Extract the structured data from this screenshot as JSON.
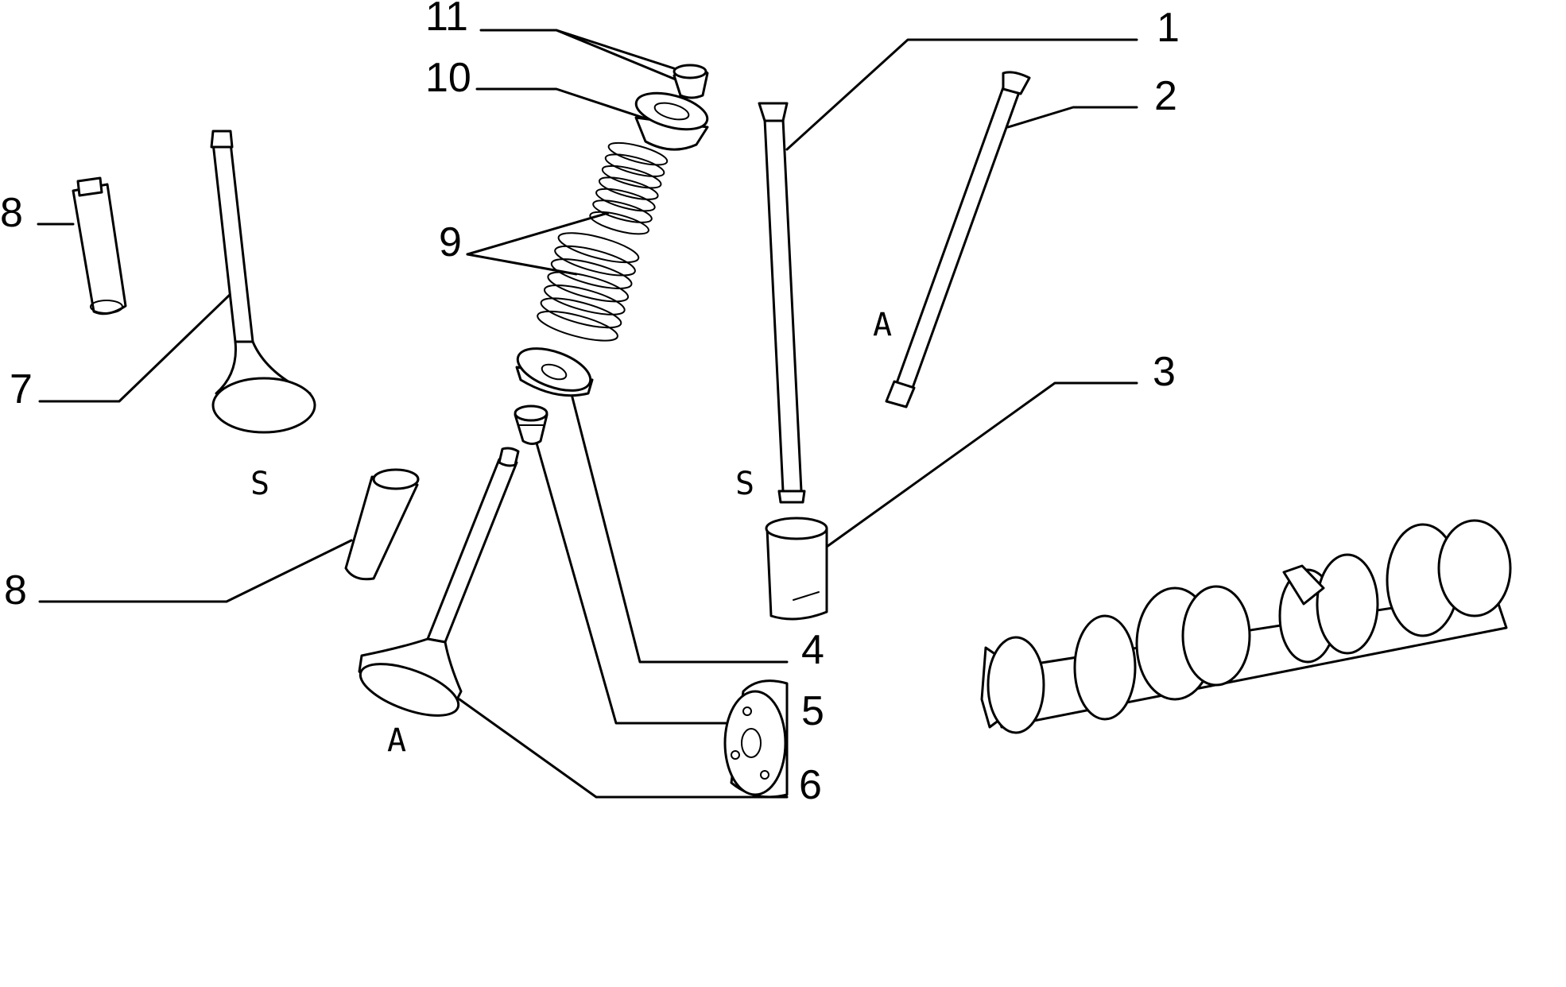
{
  "callouts": {
    "c1": "1",
    "c2": "2",
    "c3": "3",
    "c4": "4",
    "c5": "5",
    "c6": "6",
    "c7": "7",
    "c8a": "8",
    "c8b": "8",
    "c9": "9",
    "c10": "10",
    "c11": "11"
  },
  "markers": {
    "s_left": "S",
    "s_right": "S",
    "a_pushrod": "A",
    "a_valve": "A"
  }
}
